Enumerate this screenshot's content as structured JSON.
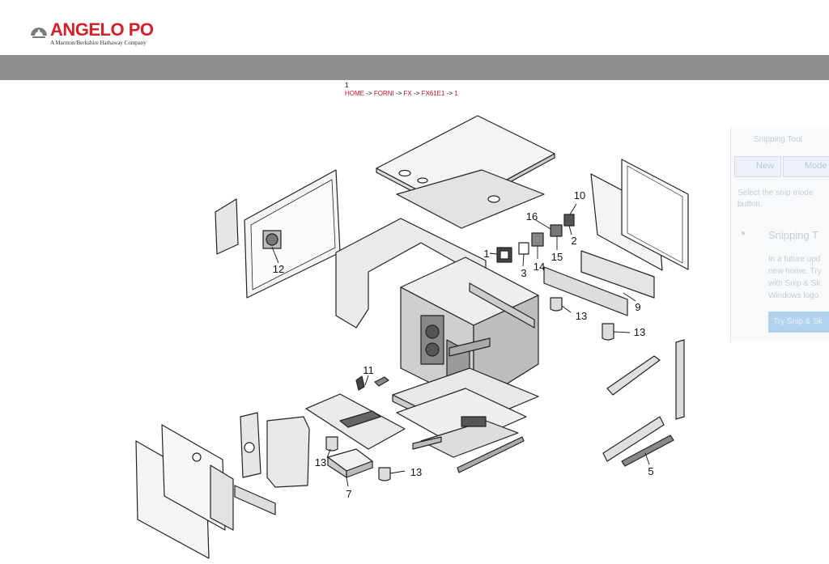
{
  "brand": {
    "name": "ANGELO PO",
    "tagline": "A Marmon/Berkshire Hathaway Company",
    "accent_color": "#d4202a"
  },
  "page_number": "1",
  "breadcrumb": {
    "items": [
      "HOME",
      "FORNI",
      "FX",
      "FX61E1",
      "1"
    ],
    "separator": "->"
  },
  "diagram": {
    "callouts": [
      "1",
      "2",
      "3",
      "5",
      "7",
      "9",
      "10",
      "11",
      "12",
      "13",
      "13",
      "13",
      "13",
      "14",
      "15",
      "16"
    ]
  },
  "snipping_tool": {
    "title": "Snipping Tool",
    "new_label": "New",
    "mode_label": "Mode",
    "instruction_1": "Select the snip mode",
    "instruction_2": "button.",
    "promo_title": "Snipping T",
    "promo_1": "In a future upd",
    "promo_2": "new home. Try",
    "promo_3": "with Snip & Sk",
    "promo_4": "Windows logo",
    "try_button": "Try Snip & Sk"
  }
}
